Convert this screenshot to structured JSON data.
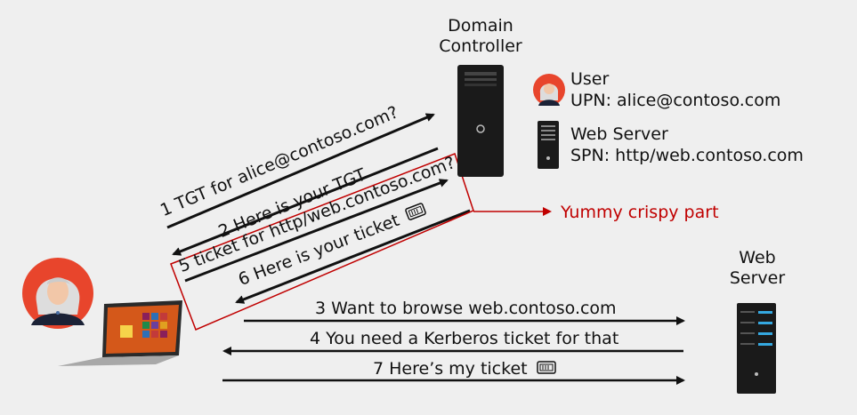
{
  "domain_controller": {
    "line1": "Domain",
    "line2": "Controller"
  },
  "legend": {
    "user_title": "User",
    "user_upn": "UPN: alice@contoso.com",
    "server_title": "Web Server",
    "server_spn": "SPN: http/web.contoso.com"
  },
  "web_server": {
    "line1": "Web",
    "line2": "Server"
  },
  "steps": {
    "s1": "1 TGT for alice@contoso.com?",
    "s2": "2 Here is your TGT",
    "s3": "3 Want to browse web.contoso.com",
    "s4": "4 You need a Kerberos ticket for that",
    "s5": "5 ticket for http/web.contoso.com?",
    "s6": "6 Here is your ticket",
    "s7": "7 Here’s my ticket"
  },
  "callout": {
    "text": "Yummy crispy part",
    "color": "#c00000"
  },
  "colors": {
    "background": "#efefef",
    "arrow": "#111111",
    "avatar_bg": "#e8452c",
    "server_accent": "#35a8e0"
  },
  "icons": [
    "ticket-icon",
    "server-icon",
    "laptop-icon",
    "user-avatar-icon"
  ]
}
